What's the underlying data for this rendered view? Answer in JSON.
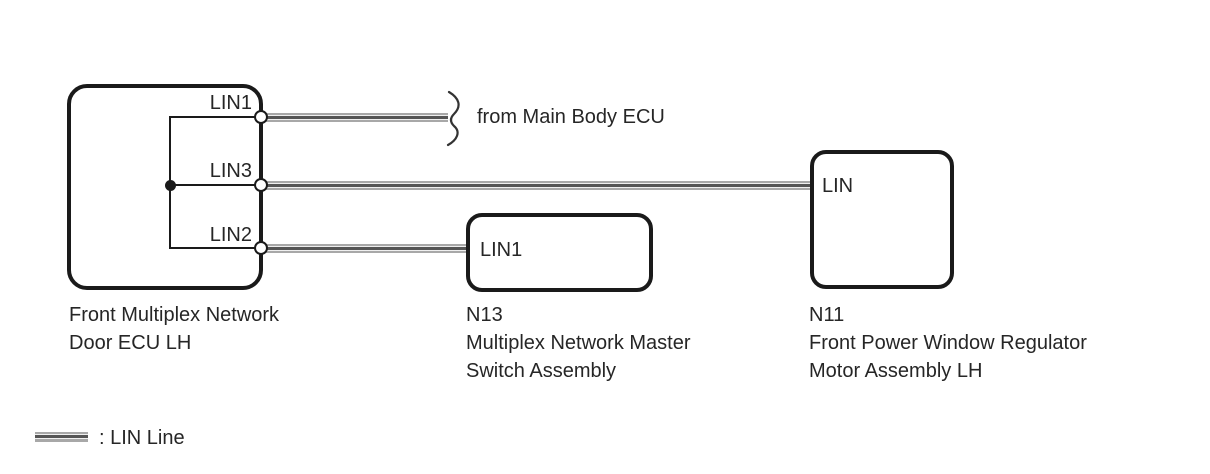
{
  "diagram": {
    "ecu": {
      "pins": [
        {
          "label": "LIN1"
        },
        {
          "label": "LIN3"
        },
        {
          "label": "LIN2"
        }
      ],
      "caption": [
        "Front Multiplex Network",
        "Door ECU LH"
      ]
    },
    "n13": {
      "pin_label": "LIN1",
      "caption": [
        "N13",
        "Multiplex Network Master",
        "Switch Assembly"
      ]
    },
    "n11": {
      "pin_label": "LIN",
      "caption": [
        "N11",
        "Front Power Window Regulator",
        "Motor Assembly LH"
      ]
    },
    "annotation": {
      "from_main_body_ecu": "from Main Body ECU"
    }
  },
  "legend": {
    "lin_line": ": LIN Line"
  },
  "colors": {
    "line_black": "#1a1a1a",
    "wire_outer_gray": "#a8a8a8",
    "wire_core_gray": "#555555",
    "background": "#ffffff"
  }
}
